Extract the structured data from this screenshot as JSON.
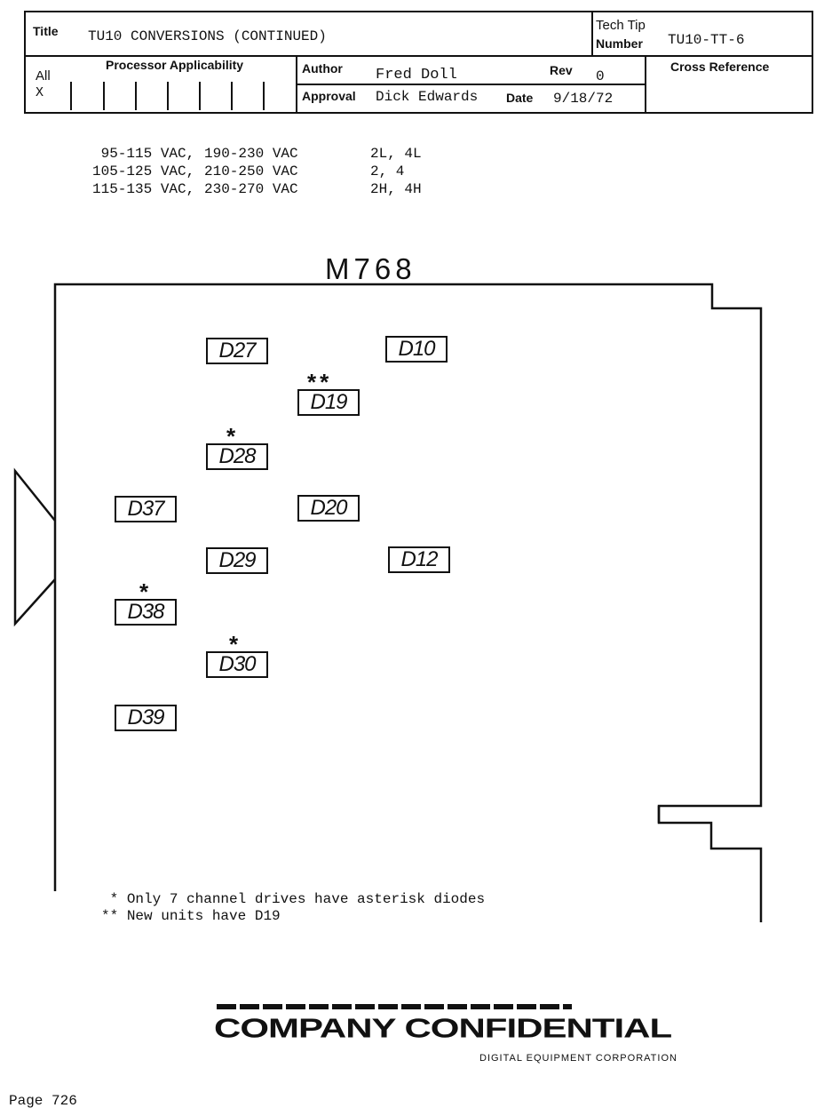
{
  "header": {
    "title_label": "Title",
    "title_value": "TU10 CONVERSIONS (CONTINUED)",
    "tech_tip_label_1": "Tech Tip",
    "tech_tip_label_2": "Number",
    "tech_tip_value": "TU10-TT-6",
    "all_label": "All",
    "all_mark": "X",
    "processor_label": "Processor Applicability",
    "author_label": "Author",
    "author_value": "Fred Doll",
    "rev_label": "Rev",
    "rev_value": "0",
    "approval_label": "Approval",
    "approval_value": "Dick Edwards",
    "date_label": "Date",
    "date_value": "9/18/72",
    "cross_ref_label": "Cross Reference"
  },
  "voltage_table": [
    {
      "low": " 95-115 VAC,",
      "high": "190-230 VAC",
      "code": "2L, 4L"
    },
    {
      "low": "105-125 VAC,",
      "high": "210-250 VAC",
      "code": "2, 4"
    },
    {
      "low": "115-135 VAC,",
      "high": "230-270 VAC",
      "code": "2H, 4H"
    }
  ],
  "board": {
    "title": "M768",
    "diodes": [
      {
        "label": "D27",
        "stars": ""
      },
      {
        "label": "D10",
        "stars": ""
      },
      {
        "label": "D19",
        "stars": "**"
      },
      {
        "label": "D28",
        "stars": "*"
      },
      {
        "label": "D37",
        "stars": ""
      },
      {
        "label": "D20",
        "stars": ""
      },
      {
        "label": "D29",
        "stars": ""
      },
      {
        "label": "D12",
        "stars": ""
      },
      {
        "label": "D38",
        "stars": "*"
      },
      {
        "label": "D30",
        "stars": "*"
      },
      {
        "label": "D39",
        "stars": ""
      }
    ]
  },
  "notes": [
    {
      "mark": " *",
      "text": "Only 7 channel drives have asterisk diodes"
    },
    {
      "mark": "**",
      "text": "New units have D19"
    }
  ],
  "footer": {
    "confidential": "COMPANY CONFIDENTIAL",
    "corporation": "DIGITAL  EQUIPMENT  CORPORATION",
    "page": "Page 726"
  }
}
